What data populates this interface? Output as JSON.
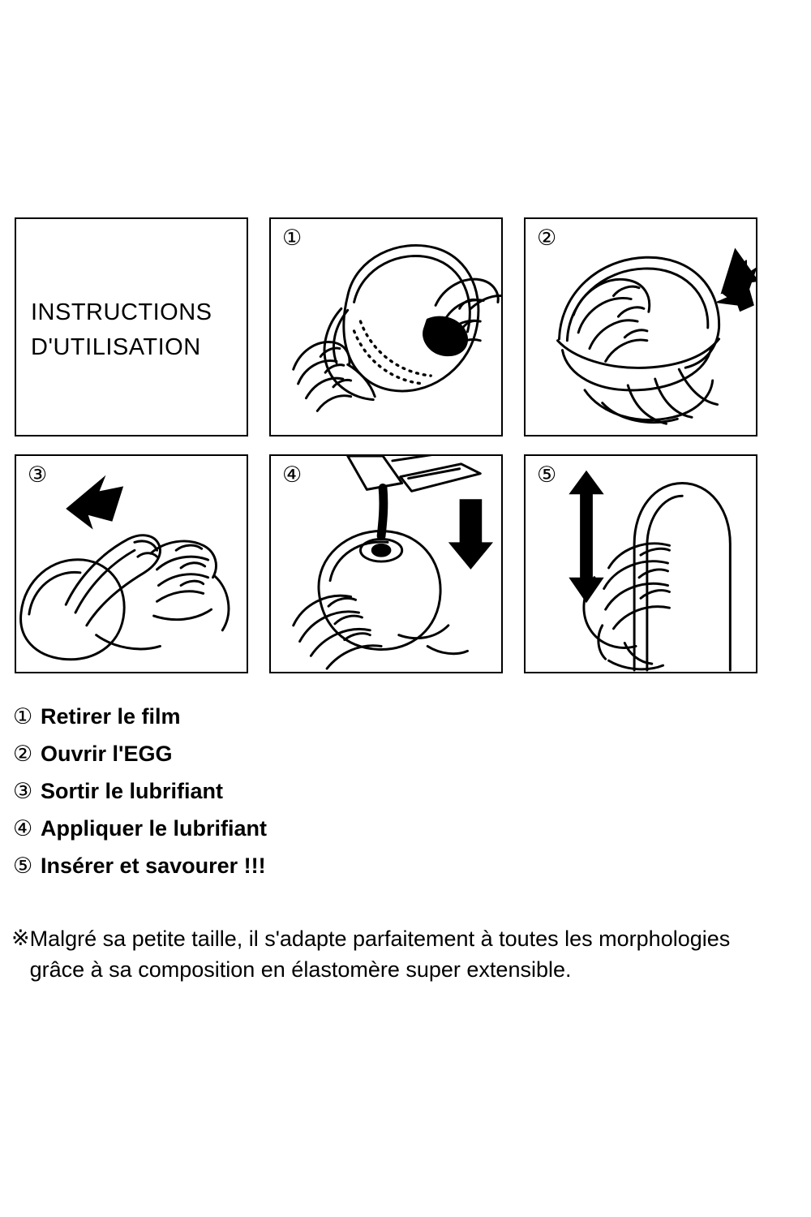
{
  "document": {
    "title_panel": {
      "line1": "INSTRUCTIONS",
      "line2": "D'UTILISATION"
    }
  },
  "panels": [
    {
      "id": "title",
      "marker": "",
      "alt": "instructions-title-box"
    },
    {
      "id": "step1",
      "marker": "①",
      "alt": "hands-peeling-film-off-egg"
    },
    {
      "id": "step2",
      "marker": "②",
      "alt": "hands-opening-egg-case-upward-arrow"
    },
    {
      "id": "step3",
      "marker": "③",
      "alt": "hand-removing-lubricant-sachet-upward-arrow"
    },
    {
      "id": "step4",
      "marker": "④",
      "alt": "pouring-lubricant-into-egg-downward-arrow"
    },
    {
      "id": "step5",
      "marker": "⑤",
      "alt": "hand-holding-egg-up-down-arrow"
    }
  ],
  "steps": [
    {
      "marker": "①",
      "text": "Retirer le film"
    },
    {
      "marker": "②",
      "text": "Ouvrir l'EGG"
    },
    {
      "marker": "③",
      "text": "Sortir le lubrifiant"
    },
    {
      "marker": "④",
      "text": "Appliquer le lubrifiant"
    },
    {
      "marker": "⑤",
      "text": "Insérer et savourer !!!"
    }
  ],
  "note": {
    "mark": "※",
    "text": "Malgré sa petite taille, il s'adapte parfaitement à toutes les morphologies grâce à sa composition en élastomère super extensible."
  },
  "colors": {
    "ink": "#000000",
    "paper": "#ffffff"
  }
}
